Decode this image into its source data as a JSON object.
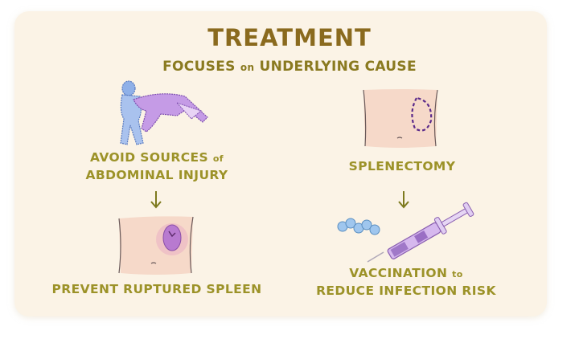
{
  "header": {
    "title": "TREATMENT",
    "subtitle_prefix": "FOCUSES ",
    "subtitle_small": "on",
    "subtitle_suffix": " UNDERLYING CAUSE"
  },
  "left_column": {
    "step1": {
      "line1_main": "AVOID SOURCES ",
      "line1_small": "of",
      "line2": "ABDOMINAL INJURY",
      "illustration": "contact-sports-tackle-icon"
    },
    "step2": {
      "label": "PREVENT RUPTURED SPLEEN",
      "illustration": "ruptured-spleen-abdomen-icon"
    }
  },
  "right_column": {
    "step1": {
      "label": "SPLENECTOMY",
      "illustration": "abdomen-spleen-outline-icon"
    },
    "step2": {
      "line1_main": "VACCINATION ",
      "line1_small": "to",
      "line2": "REDUCE INFECTION RISK",
      "illustration": "syringe-vaccine-icon"
    }
  },
  "colors": {
    "background": "#fbf3e6",
    "title": "#8a6a1e",
    "label": "#9c9228",
    "arrow": "#7d7a1e",
    "skin": "#f6d9c9",
    "spleen": "#b87ad0",
    "blue_figure": "#8fb0e8",
    "purple_figure": "#c59be6",
    "bacteria": "#9fc6ee"
  }
}
